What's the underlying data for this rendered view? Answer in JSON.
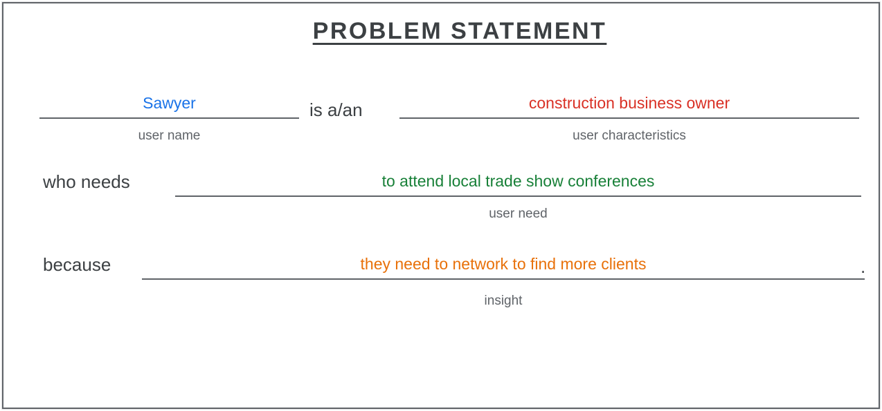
{
  "title": "PROBLEM STATEMENT",
  "connectors": {
    "is_a_an": "is a/an",
    "who_needs": "who needs",
    "because": "because",
    "period": "."
  },
  "fields": {
    "user_name": {
      "value": "Sawyer",
      "label": "user name",
      "color": "#1a73e8"
    },
    "user_characteristics": {
      "value": "construction business owner",
      "label": "user characteristics",
      "color": "#d93025"
    },
    "user_need": {
      "value": "to attend local trade show conferences",
      "label": "user need",
      "color": "#188038"
    },
    "insight": {
      "value": "they need to network to find more clients",
      "label": "insight",
      "color": "#e8710a"
    }
  },
  "colors": {
    "heading_text": "#3c4043",
    "connector_text": "#3c4043",
    "label_text": "#5f6368",
    "blank_line": "#5f6368",
    "frame_border": "#5f6368",
    "background": "#ffffff"
  }
}
